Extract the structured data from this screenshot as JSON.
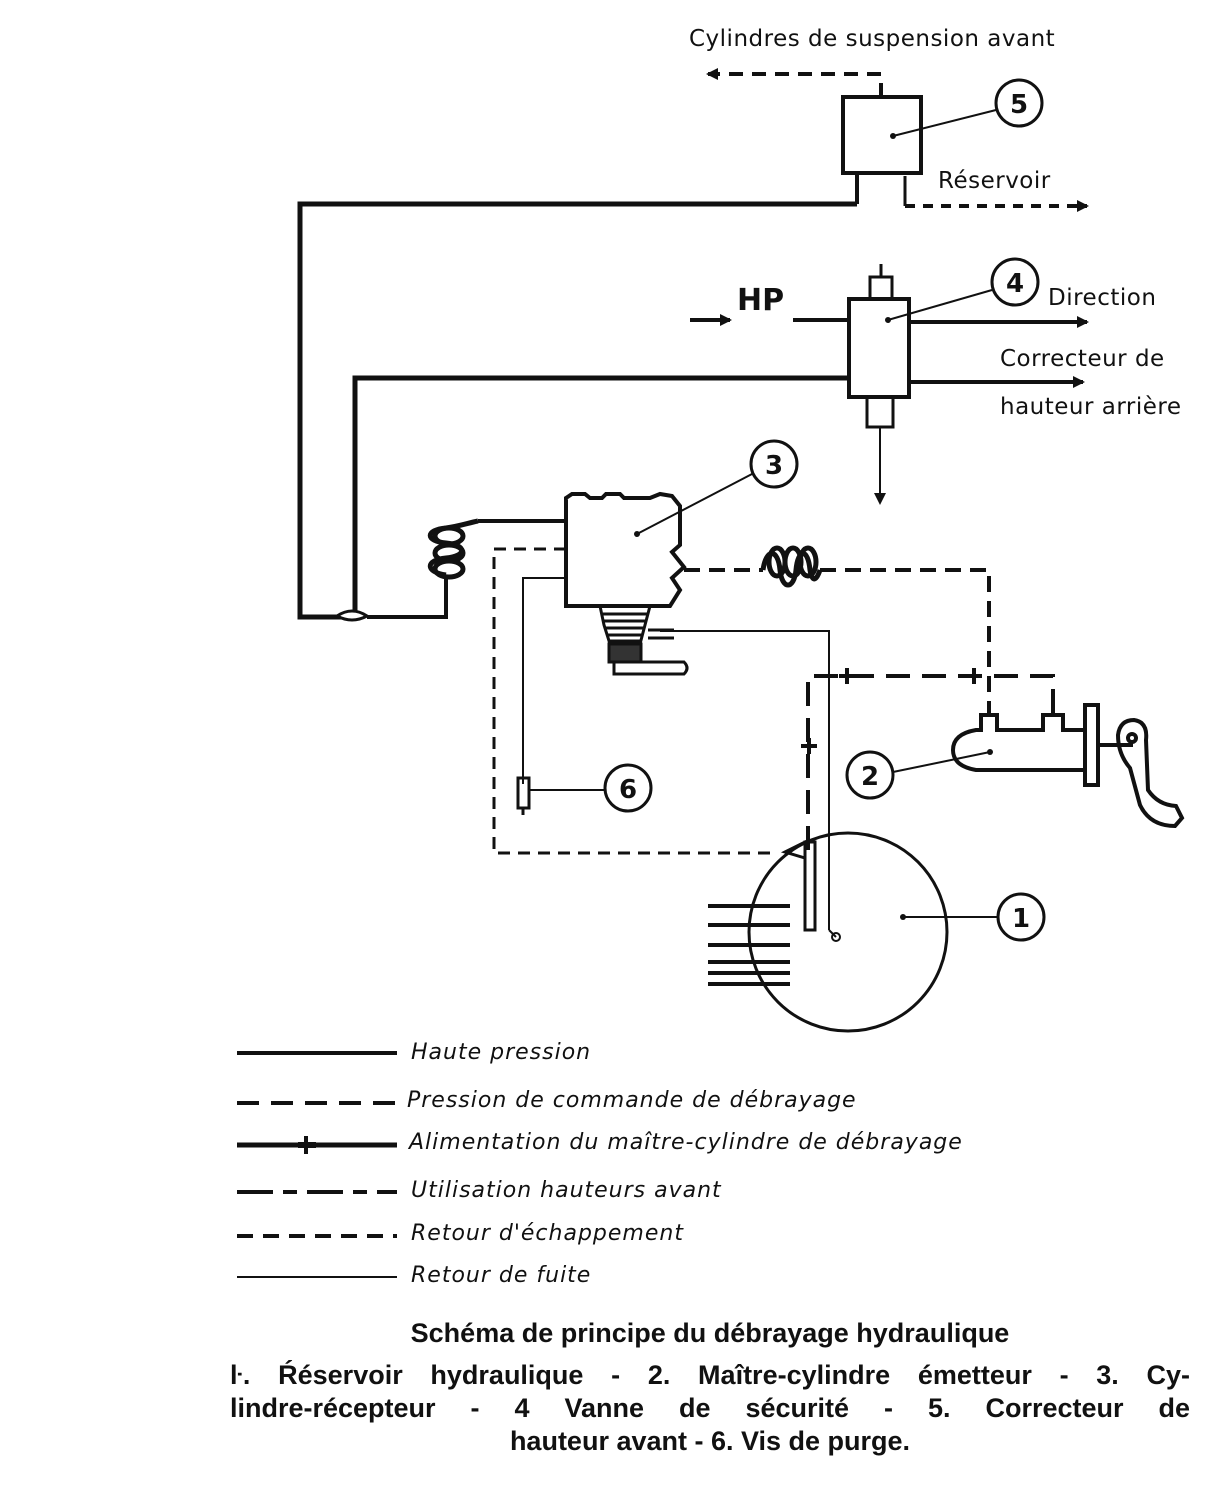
{
  "labels": {
    "front_suspension": "Cylindres de suspension avant",
    "reservoir": "Réservoir",
    "hp": "HP",
    "direction": "Direction",
    "rear_corrector_line1": "Correcteur de",
    "rear_corrector_line2": "hauteur arrière"
  },
  "callouts": [
    "1",
    "2",
    "3",
    "4",
    "5",
    "6"
  ],
  "legend": [
    {
      "style": "solid",
      "label": "Haute pression"
    },
    {
      "style": "long-dash",
      "label": "Pression de commande de débrayage"
    },
    {
      "style": "plus",
      "label": "Alimentation du maître-cylindre de débrayage"
    },
    {
      "style": "long-short-dash",
      "label": "Utilisation hauteurs avant"
    },
    {
      "style": "short-dash",
      "label": "Retour d'échappement"
    },
    {
      "style": "thin",
      "label": "Retour de fuite"
    }
  ],
  "caption": {
    "title": "Schéma de principe du débrayage hydraulique",
    "line1": "ŀ. Ŕéservoir hydraulique - 2. Maître-cylindre émetteur - 3. Cy-",
    "line2": "lindre-récepteur - 4 Vanne de sécurité - 5. Correcteur de",
    "line3": "hauteur avant - 6. Vis de purge."
  }
}
